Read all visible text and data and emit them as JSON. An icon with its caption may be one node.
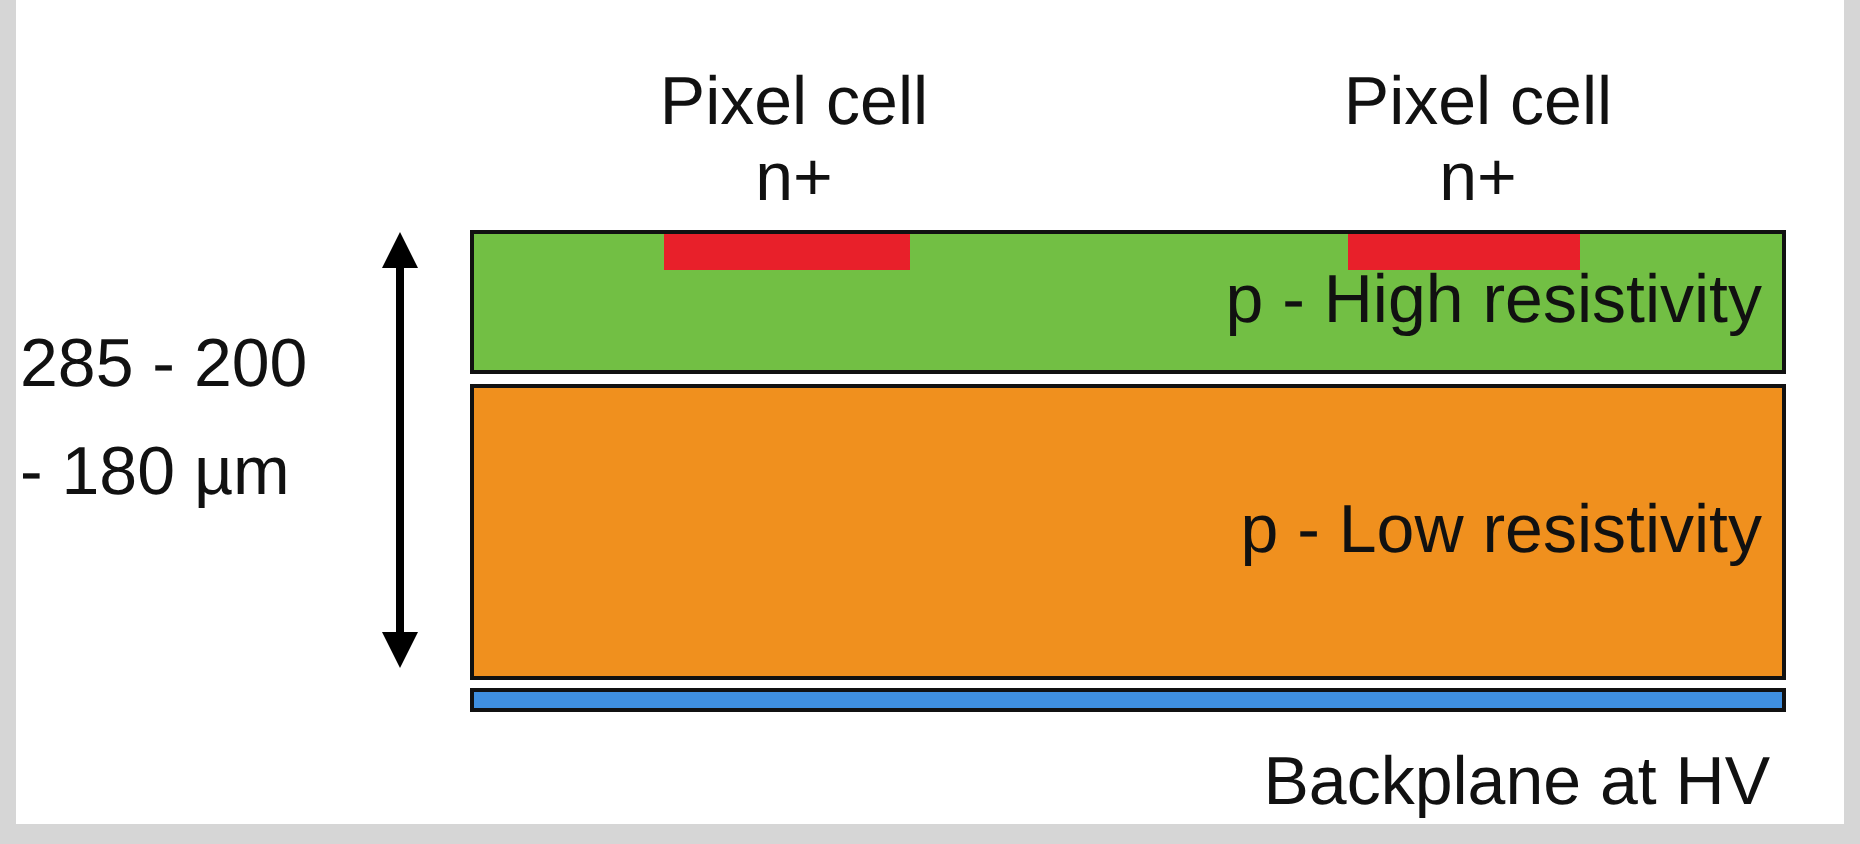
{
  "diagram": {
    "nodes": [
      {
        "text": [
          "p - High resistivity"
        ]
      },
      {
        "text": [
          "Pixel cell",
          "n+"
        ],
        "in": 0
      },
      {
        "text": [
          "Pixel cell",
          "n+"
        ],
        "in": 0
      },
      {
        "text": [
          "p - Low resistivity"
        ]
      },
      {
        "text": [],
        "shape": "bar",
        "beside": [
          "Backplane at HV"
        ]
      }
    ],
    "edges": [],
    "labels": [
      "285 - 200 - 180 µm"
    ]
  }
}
